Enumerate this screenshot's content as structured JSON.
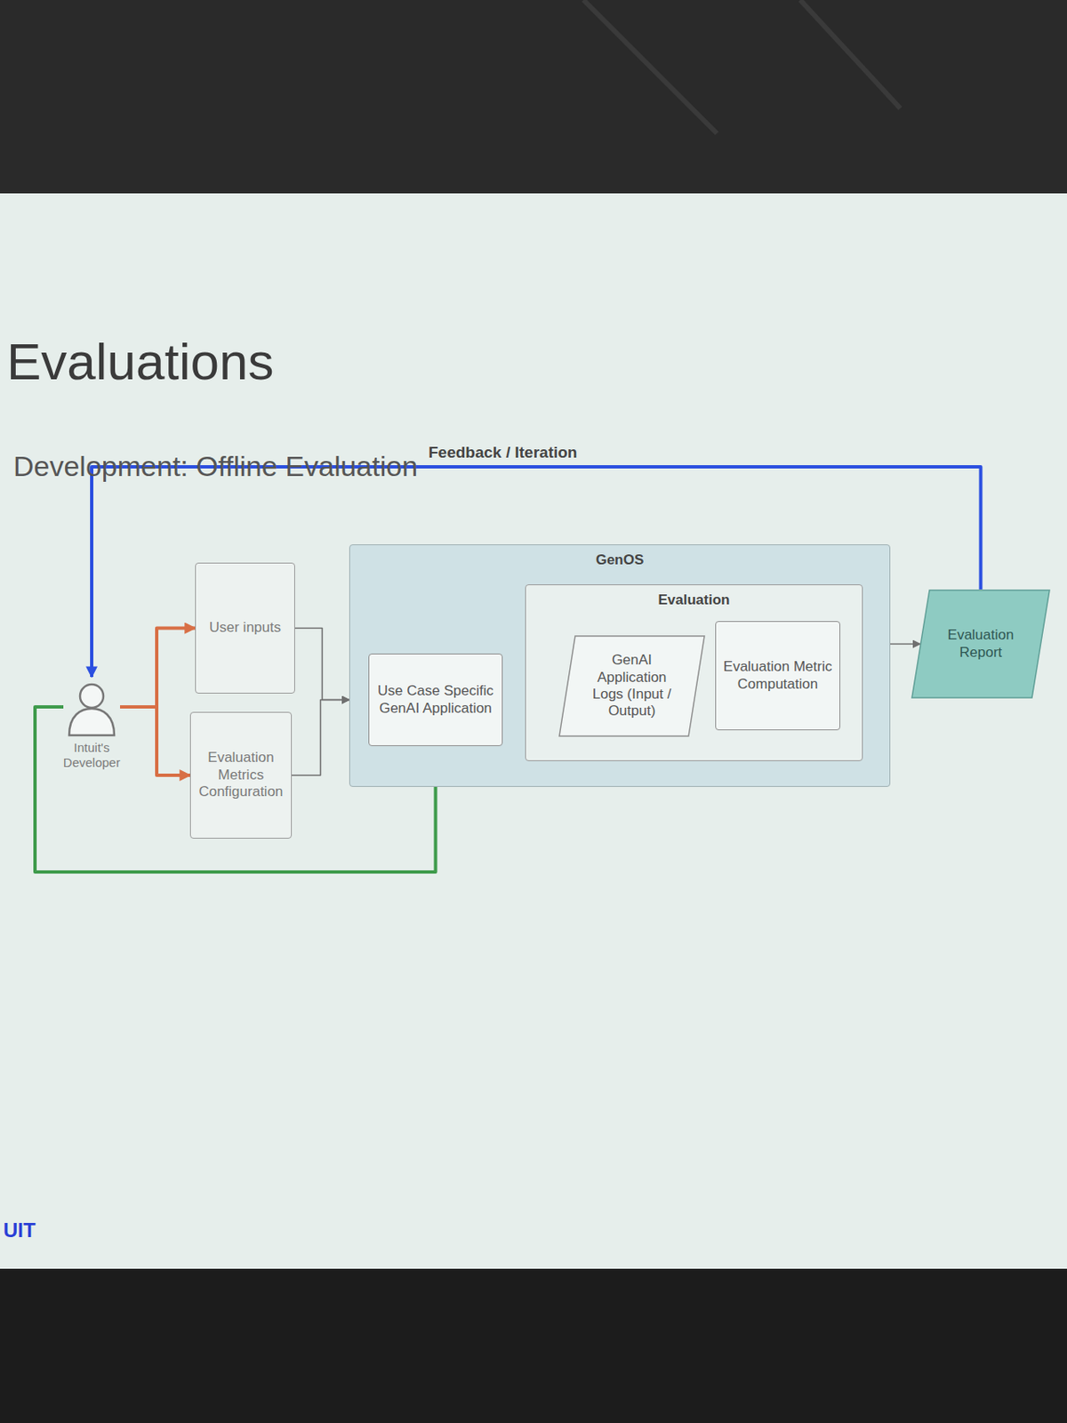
{
  "diagram": {
    "title": "Evaluations",
    "nodes": [
      {
        "text": [
          "Intuit's Developer"
        ]
      },
      {
        "text": [
          "User inputs"
        ]
      },
      {
        "text": [
          "Evaluation Metrics Configuration"
        ]
      },
      {
        "text": [
          "GenOS"
        ]
      },
      {
        "text": [
          "Use Case Specific GenAI Application"
        ],
        "in": 3
      },
      {
        "text": [
          "Evaluation"
        ],
        "in": 3
      },
      {
        "text": [
          "GenAI Application Logs (Input / Output)"
        ],
        "in": 5
      },
      {
        "text": [
          "Evaluation Metric Computation"
        ],
        "in": 5
      },
      {
        "text": [
          "Evaluation Report"
        ]
      }
    ],
    "edges": [
      {
        "from": 0,
        "to": 1,
        "arrow": "to"
      },
      {
        "from": 0,
        "to": 2,
        "arrow": "to"
      },
      {
        "from": 0,
        "to": 4,
        "arrow": "to"
      },
      {
        "from": 1,
        "to": 3,
        "arrow": "to"
      },
      {
        "from": 2,
        "to": 3,
        "arrow": "to"
      },
      {
        "from": 4,
        "to": 6,
        "arrow": "to"
      },
      {
        "from": 6,
        "to": 7,
        "arrow": "to"
      },
      {
        "from": 3,
        "to": 8,
        "arrow": "to"
      },
      {
        "from": 8,
        "to": 0,
        "label": "Feedback / Iteration",
        "arrow": "to"
      }
    ],
    "labels": [
      "Development: Offline Evaluation",
      "UIT"
    ]
  }
}
